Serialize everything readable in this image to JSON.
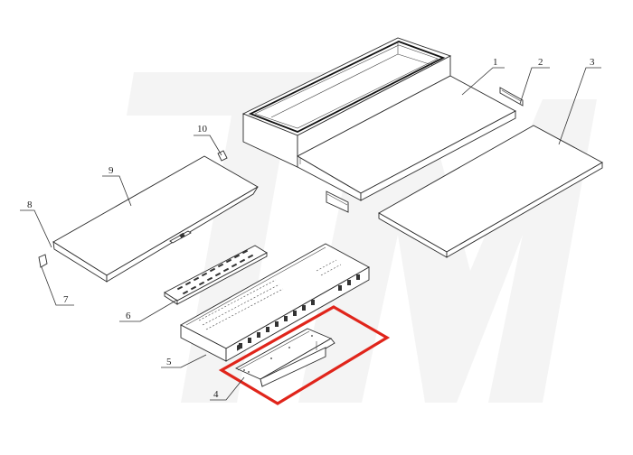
{
  "diagram": {
    "type": "exploded-assembly-view",
    "highlight": {
      "part": "4",
      "color": "#e0251b"
    },
    "watermark": {
      "text": "TM",
      "color": "#f4f4f4"
    },
    "callouts": [
      {
        "id": "1",
        "label": "1"
      },
      {
        "id": "2",
        "label": "2"
      },
      {
        "id": "3",
        "label": "3"
      },
      {
        "id": "4",
        "label": "4"
      },
      {
        "id": "5",
        "label": "5"
      },
      {
        "id": "6",
        "label": "6"
      },
      {
        "id": "7",
        "label": "7"
      },
      {
        "id": "8",
        "label": "8"
      },
      {
        "id": "9",
        "label": "9"
      },
      {
        "id": "10",
        "label": "10"
      }
    ]
  }
}
